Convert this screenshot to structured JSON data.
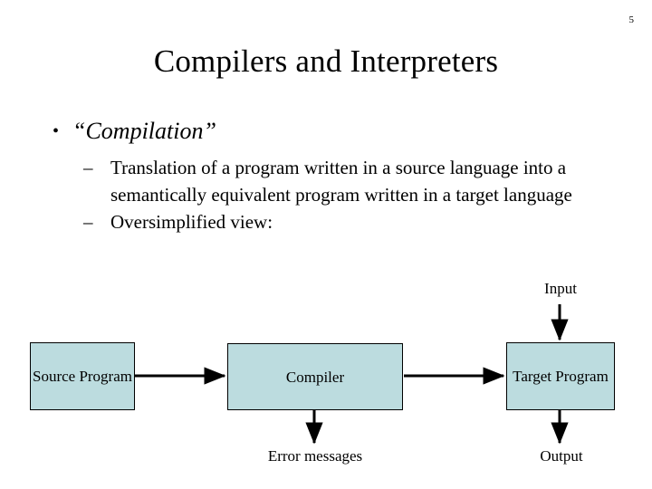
{
  "slide": {
    "number": "5",
    "title": "Compilers and Interpreters",
    "bullets": {
      "level1": {
        "marker": "•",
        "text": "“Compilation”"
      },
      "level2": [
        {
          "marker": "–",
          "text": "Translation of a program written in a source language into a semantically equivalent program written in a target language"
        },
        {
          "marker": "–",
          "text": "Oversimplified view:"
        }
      ]
    },
    "diagram": {
      "nodes": [
        {
          "id": "source",
          "label": "Source Program"
        },
        {
          "id": "compiler",
          "label": "Compiler"
        },
        {
          "id": "target",
          "label": "Target Program"
        }
      ],
      "labels": [
        {
          "id": "input",
          "label": "Input"
        },
        {
          "id": "errors",
          "label": "Error messages"
        },
        {
          "id": "output",
          "label": "Output"
        }
      ],
      "colors": {
        "node_fill": "#bcdcdf",
        "node_stroke": "#000000",
        "arrow": "#000000",
        "background": "#ffffff",
        "text": "#000000"
      }
    }
  }
}
